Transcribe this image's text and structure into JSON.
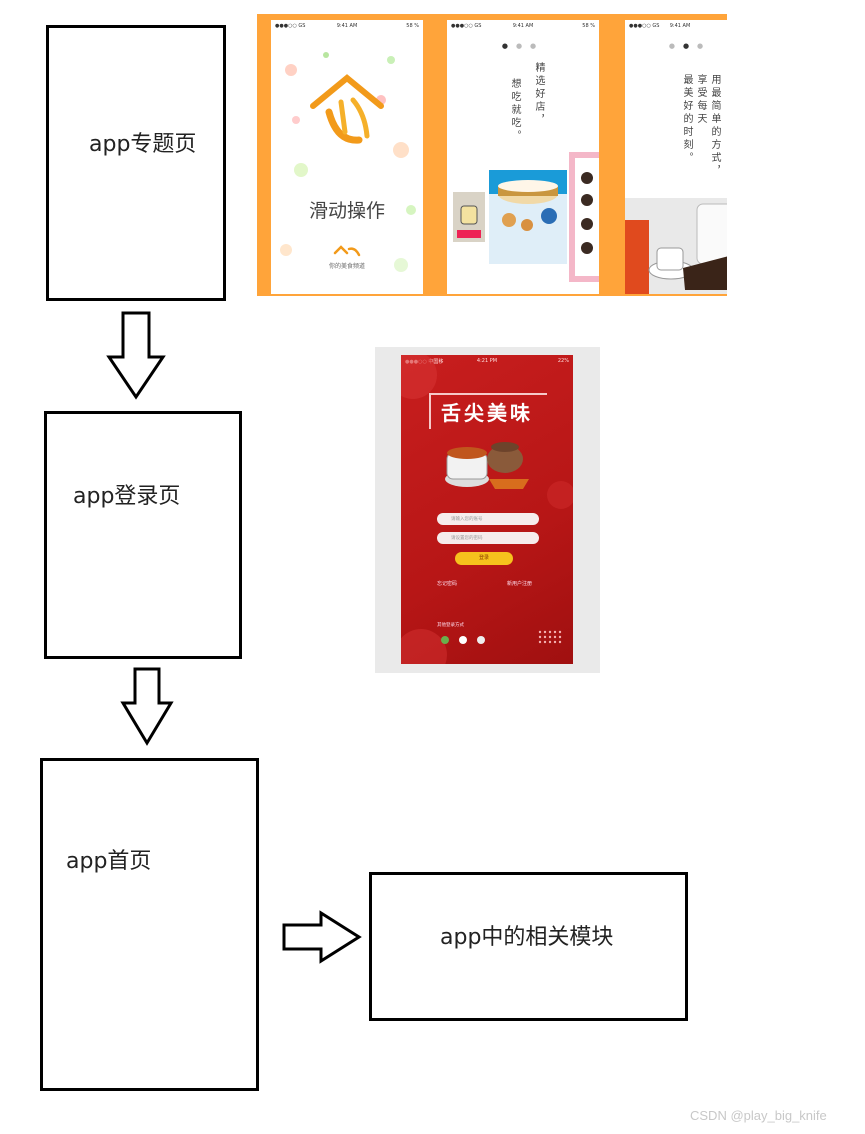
{
  "flow": {
    "topic_label": "app专题页",
    "login_label": "app登录页",
    "home_label": "app首页",
    "modules_label": "app中的相关模块"
  },
  "onboarding": {
    "status_carrier": "●●●○○ GS",
    "status_time": "9:41 AM",
    "status_battery": "58 %",
    "screen1_caption": "滑动操作",
    "screen1_logo_sub": "你的美食频道",
    "screen2_text_col1": "精选好店，",
    "screen2_text_col2": "想吃就吃。",
    "screen3_text_col1": "用最简单的方式，",
    "screen3_text_col2": "享受每天",
    "screen3_text_col3": "最美好的时刻。"
  },
  "login": {
    "status_carrier": "●●●○○ 中国移",
    "status_time": "4:21 PM",
    "status_battery": "22%",
    "title": "舌尖美味",
    "phone_placeholder": "请输入您的账号",
    "password_placeholder": "请设置您的密码",
    "login_button": "登录",
    "forgot_password": "忘记密码",
    "register": "新用户注册",
    "other_login": "其他登录方式"
  },
  "watermark": "CSDN @play_big_knife",
  "colors": {
    "strip_orange": "#ffa43a",
    "login_red": "#c81e1e",
    "button_yellow": "#f6c21d",
    "logo_orange": "#f29a1a"
  }
}
